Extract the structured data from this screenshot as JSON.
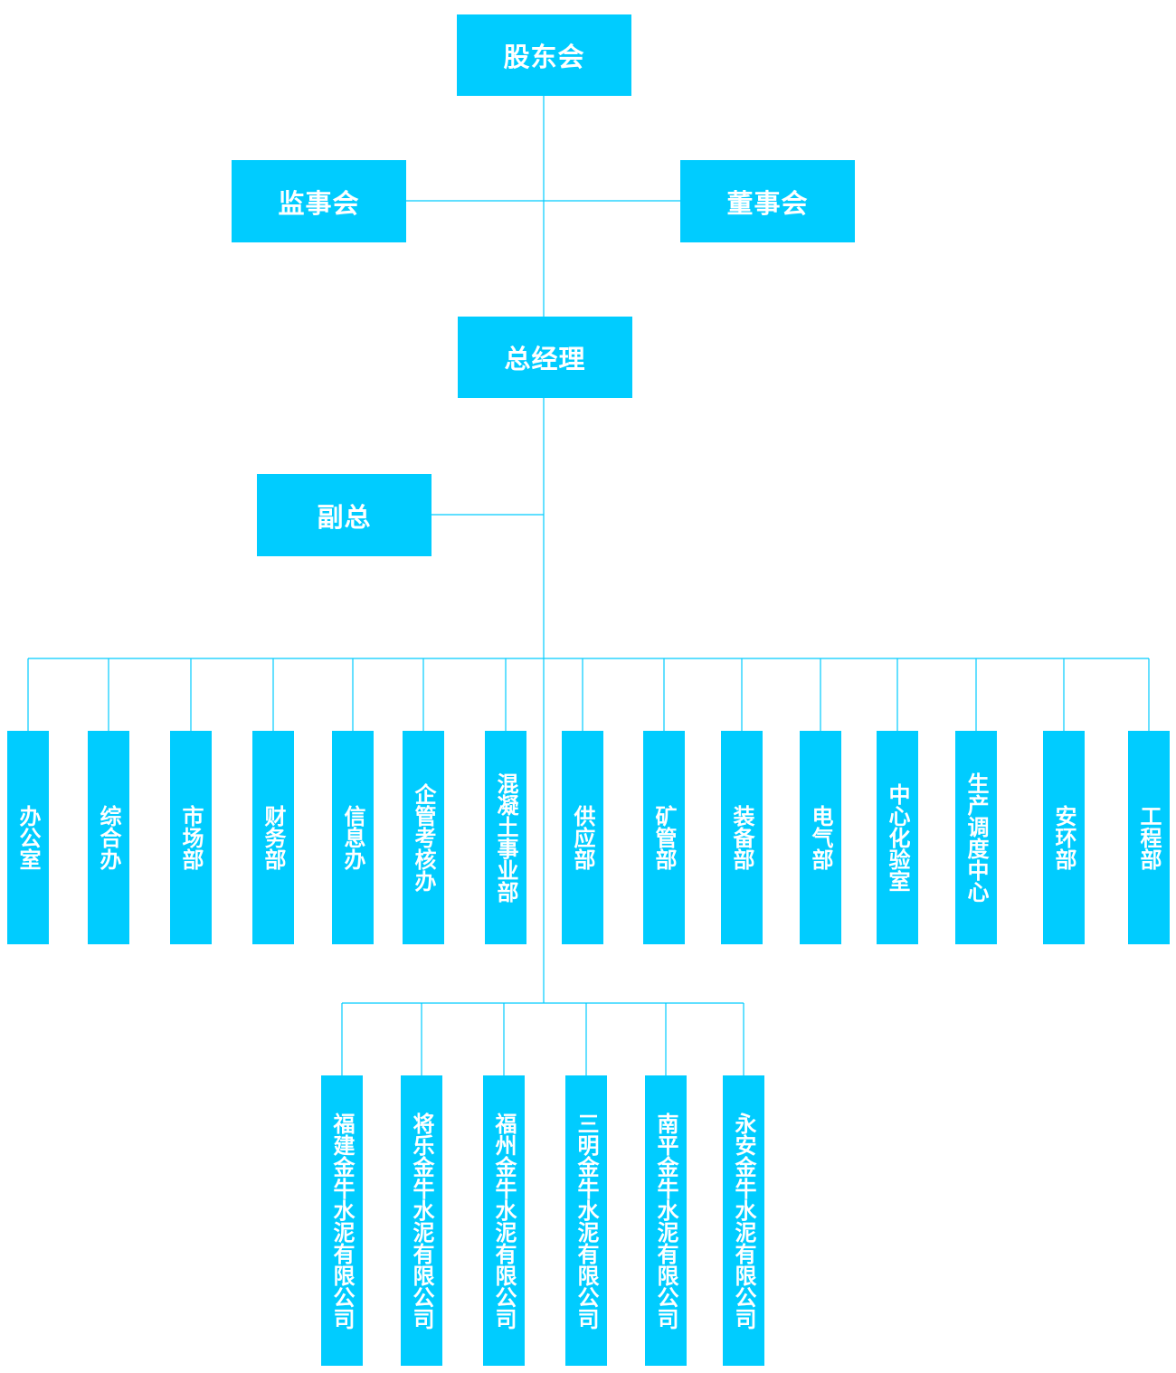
{
  "top": {
    "shareholders": "股东会",
    "supervisors": "监事会",
    "directors": "董事会",
    "general_manager": "总经理",
    "deputy": "副总"
  },
  "departments": [
    "办公室",
    "综合办",
    "市场部",
    "财务部",
    "信息办",
    "企管考核办",
    "混凝土事业部",
    "供应部",
    "矿管部",
    "装备部",
    "电气部",
    "中心化验室",
    "生产调度中心",
    "安环部",
    "工程部"
  ],
  "subsidiaries": [
    "福建金牛水泥有限公司",
    "将乐金牛水泥有限公司",
    "福州金牛水泥有限公司",
    "三明金牛水泥有限公司",
    "南平金牛水泥有限公司",
    "永安金牛水泥有限公司"
  ],
  "colors": {
    "box": "#00ccff",
    "line": "#00ccff",
    "text": "#ffffff"
  }
}
